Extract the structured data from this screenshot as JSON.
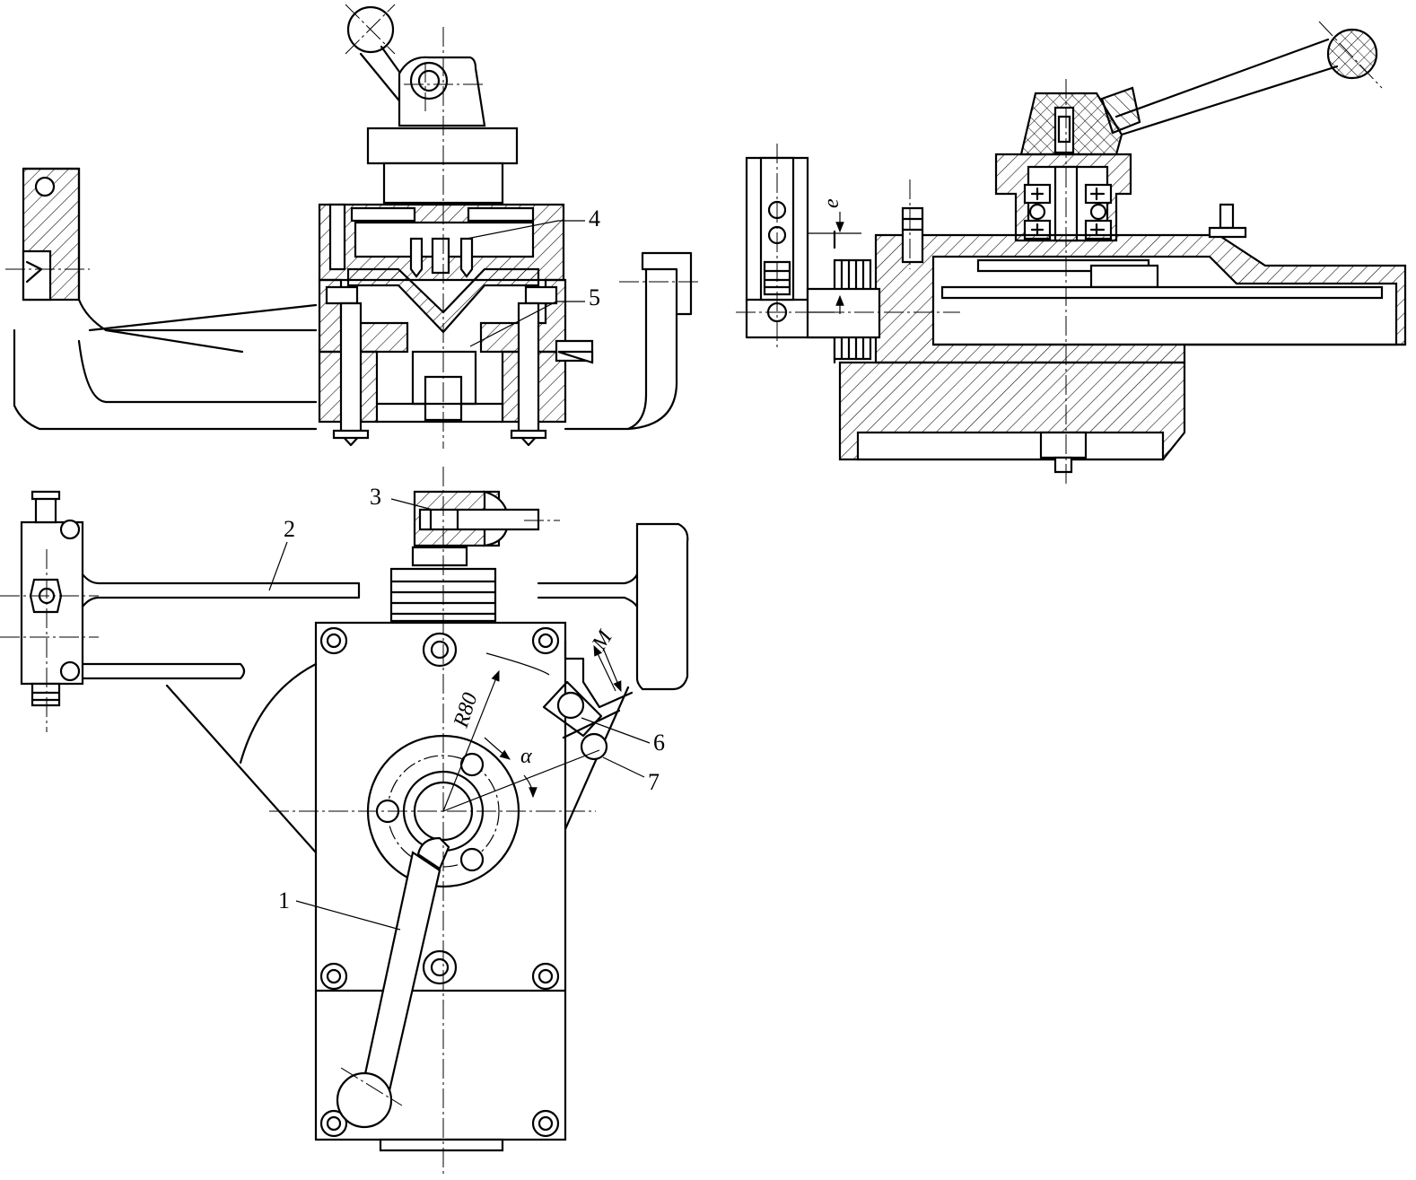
{
  "labels": {
    "one": "1",
    "two": "2",
    "three": "3",
    "four": "4",
    "five": "5",
    "six": "6",
    "seven": "7"
  },
  "dimensions": {
    "radius": "R80",
    "angle": "α",
    "m": "M",
    "e": "e"
  }
}
